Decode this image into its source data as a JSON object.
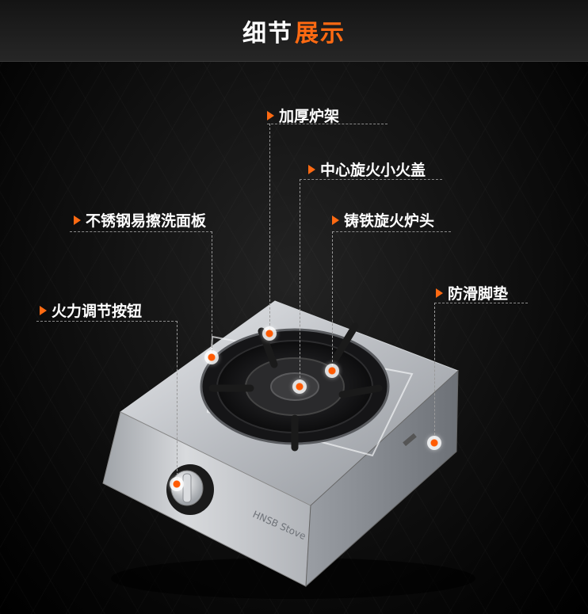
{
  "title": {
    "part1": "细节",
    "part2": "展示"
  },
  "callouts": {
    "jiahou_luja": "加厚炉架",
    "zhongxin_huogai": "中心旋火小火盖",
    "mianban": "不锈钢易擦洗面板",
    "zhutie_lutou": "铸铁旋火炉头",
    "fanghua_jiaodian": "防滑脚垫",
    "tiaojie_anniu": "火力调节按钮"
  },
  "product": {
    "brand_mark": "HNSB Stove"
  },
  "colors": {
    "accent": "#ff6a12",
    "background": "#000000",
    "text": "#ffffff"
  }
}
